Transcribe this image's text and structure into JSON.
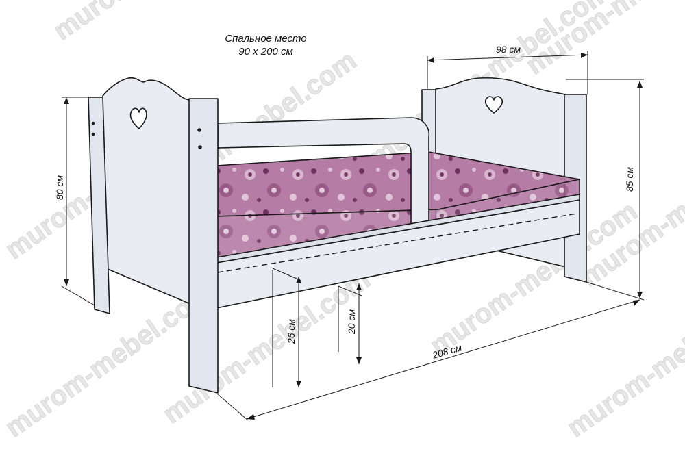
{
  "caption": {
    "line1": "Спальное место",
    "line2": "90 х 200 см"
  },
  "dimensions": {
    "width": "98 см",
    "height_back": "85 см",
    "height_front": "80 см",
    "length": "208 см",
    "side_height": "26 см",
    "floor_clearance": "20 см"
  },
  "watermark": "murom-mebel.com",
  "colors": {
    "frame": "#e9ecf2",
    "mattress": "#a86c99",
    "mattress_light": "#d7b5cc",
    "line": "#1a1a1a"
  }
}
